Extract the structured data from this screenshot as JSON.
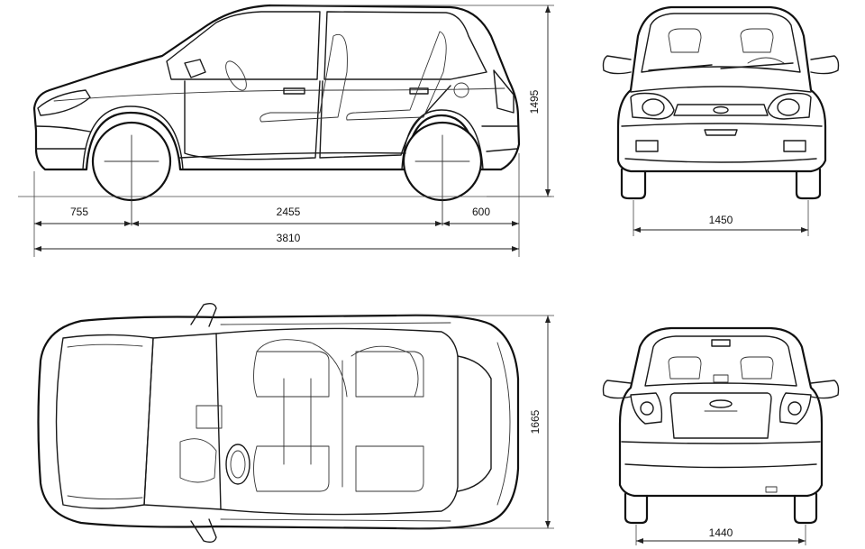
{
  "dimensions": {
    "front_overhang": "755",
    "wheelbase": "2455",
    "rear_overhang": "600",
    "overall_length": "3810",
    "height": "1495",
    "front_track": "1450",
    "width": "1665",
    "rear_track": "1440"
  },
  "colors": {
    "line": "#1a1a1a",
    "background": "#ffffff"
  }
}
